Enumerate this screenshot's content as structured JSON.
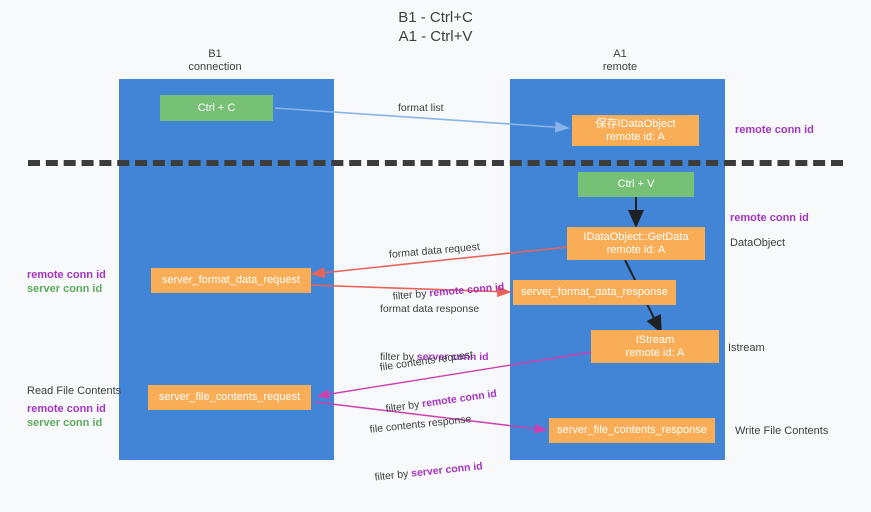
{
  "title": "B1 - Ctrl+C\nA1 - Ctrl+V",
  "lanes": [
    {
      "name": "B1",
      "sub": "connection",
      "header": "B1\nconnection"
    },
    {
      "name": "A1",
      "sub": "remote",
      "header": "A1\nremote"
    }
  ],
  "nodes": {
    "ctrl_c": "Ctrl + C",
    "save_idataobject": "保存IDataObject\nremote id: A",
    "ctrl_v": "Ctrl + V",
    "getdata": "IDataObject::GetData\nremote id: A",
    "server_format_data_request": "server_format_data_request",
    "server_format_data_response": "server_format_data_response",
    "istream": "IStream\nremote id: A",
    "server_file_contents_request": "server_file_contents_request",
    "server_file_contents_response": "server_file_contents_response"
  },
  "edge_labels": {
    "format_list": "format list",
    "format_data_request": "format data request",
    "format_data_request_filter_prefix": "filter by ",
    "format_data_request_filter_key": "remote conn id",
    "format_data_response": "format data response",
    "format_data_response_filter_prefix": "filter by ",
    "format_data_response_filter_key": "server conn id",
    "file_contents_request": "file contents request",
    "file_contents_request_filter_prefix": "filter by ",
    "file_contents_request_filter_key": "remote conn id",
    "file_contents_response": "file contents response",
    "file_contents_response_filter_prefix": "filter by ",
    "file_contents_response_filter_key": "server conn id"
  },
  "annotations": {
    "right_remote_conn_id_top": "remote conn id",
    "right_remote_conn_id_mid": "remote conn id",
    "right_dataobject": "DataObject",
    "right_istream": "Istream",
    "right_write_file_contents": "Write File Contents",
    "left_remote_conn_id_mid": "remote conn id",
    "left_server_conn_id_mid": "server conn id",
    "left_read_file_contents": "Read File Contents",
    "left_remote_conn_id_bottom": "remote conn id",
    "left_server_conn_id_bottom": "server conn id"
  },
  "colors": {
    "lane": "#4285d6",
    "green_node": "#77c176",
    "orange_node": "#f9ad56",
    "purple_key": "#a335c0",
    "green_key": "#5cab5c",
    "edge_blue": "#8ab4e8",
    "edge_red": "#e8645a",
    "edge_magenta": "#cf3fb0",
    "edge_black": "#202124",
    "divider": "#3c3c3c",
    "background": "#f8f9fa"
  }
}
